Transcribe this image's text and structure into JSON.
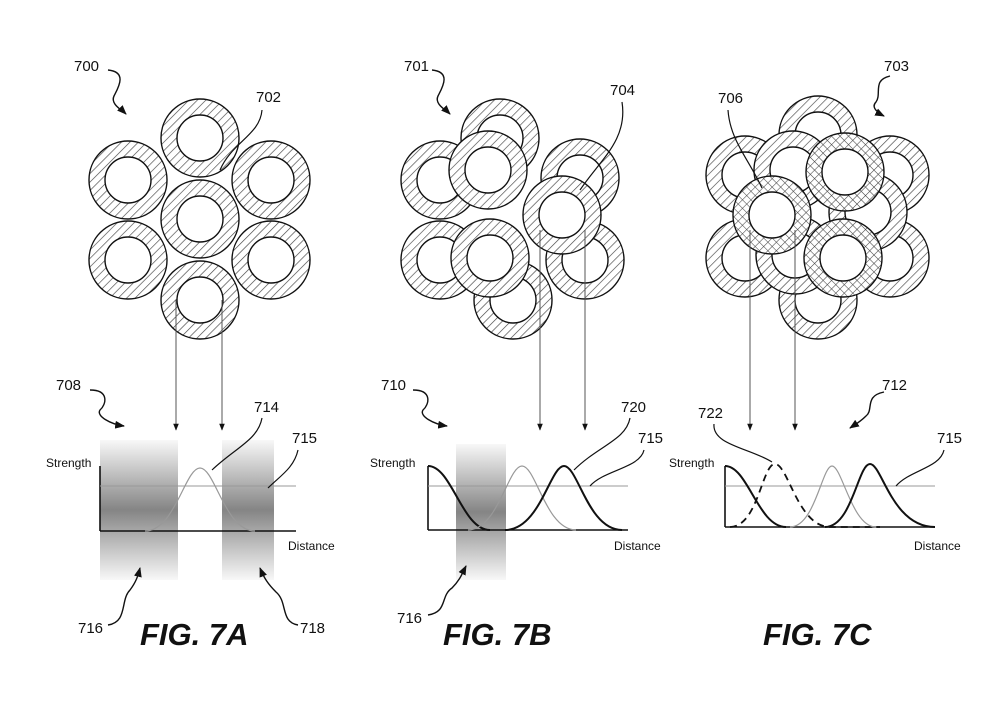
{
  "figures": [
    {
      "title": "FIG. 7A",
      "assembly_ref": "700",
      "element_ref": "702",
      "graph_ref": "708",
      "curve_ref": "714",
      "threshold_ref": "715",
      "zone_refs": [
        "716",
        "718"
      ],
      "y_label": "Strength",
      "x_label": "Distance"
    },
    {
      "title": "FIG. 7B",
      "assembly_ref": "701",
      "element_ref": "704",
      "graph_ref": "710",
      "curve_ref": "720",
      "threshold_ref": "715",
      "zone_refs": [
        "716"
      ],
      "y_label": "Strength",
      "x_label": "Distance"
    },
    {
      "title": "FIG. 7C",
      "assembly_ref": "703",
      "element_ref": "706",
      "graph_ref": "712",
      "curve_ref": "722",
      "threshold_ref": "715",
      "zone_refs": [],
      "y_label": "Strength",
      "x_label": "Distance"
    }
  ],
  "colors": {
    "ink": "#111111",
    "light_curve": "#9a9a9a",
    "zone_shade": "#6f6f6f"
  },
  "icons": {
    "ring_hatched": "diagonal-hatched-ring",
    "ring_crosshatched": "cross-hatched-ring"
  }
}
